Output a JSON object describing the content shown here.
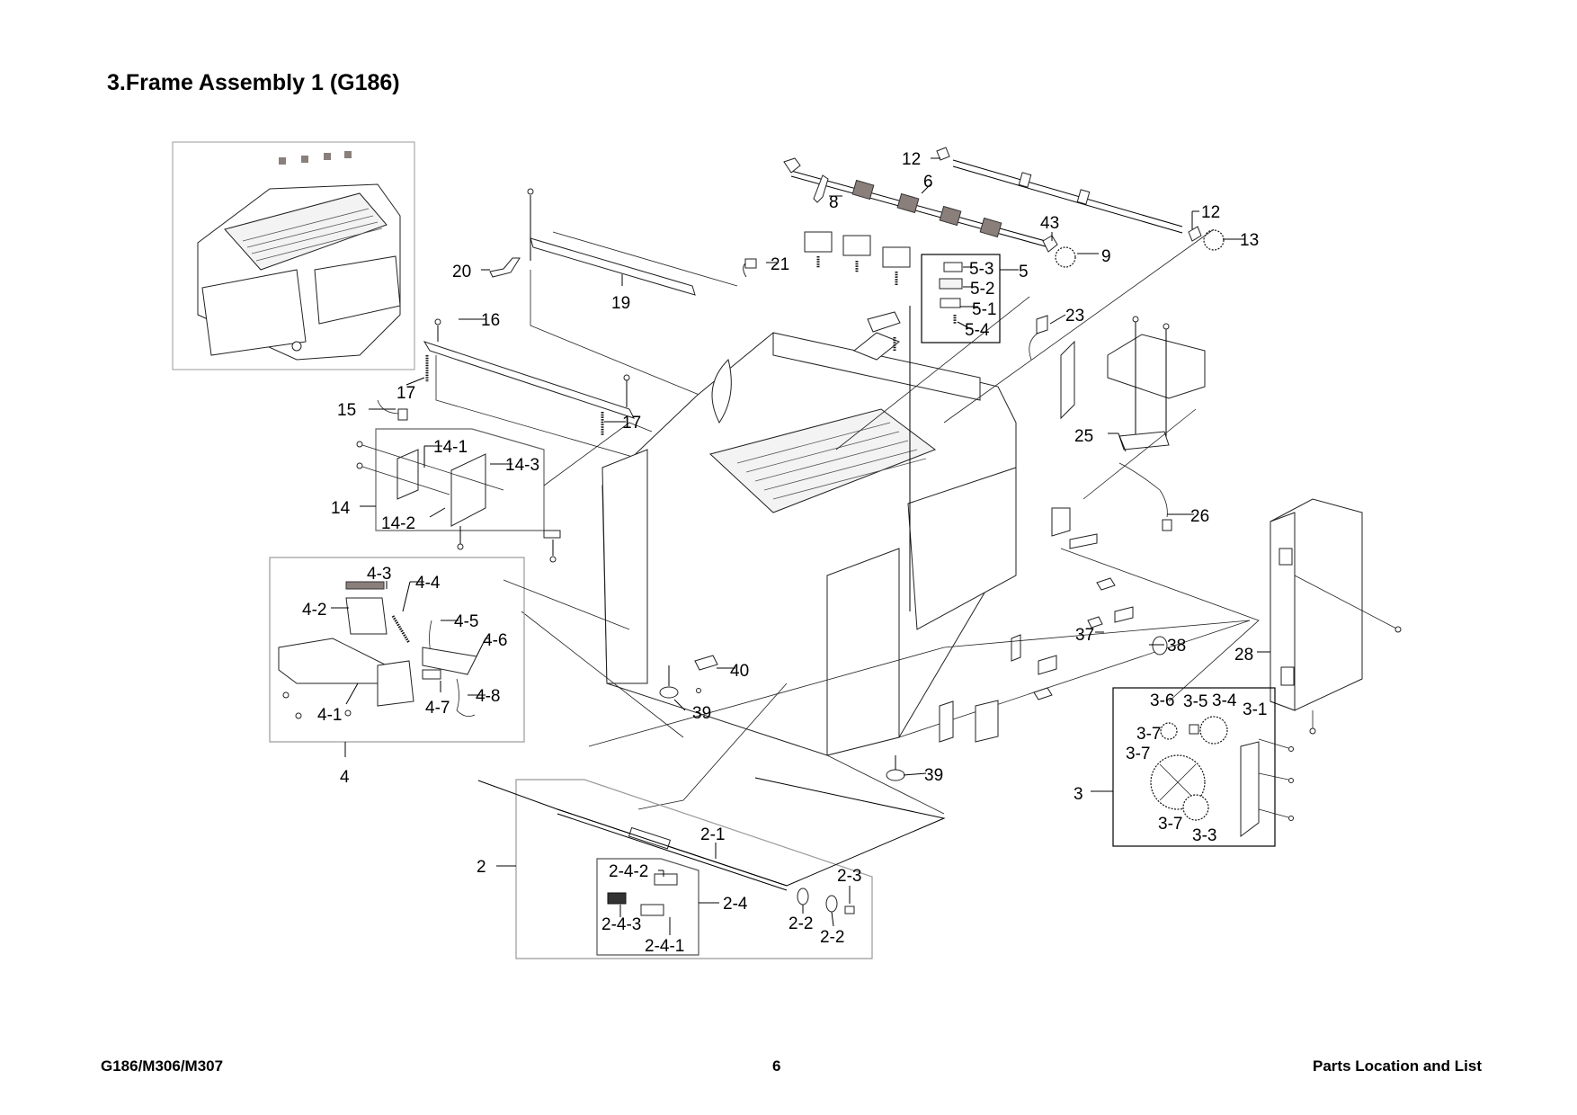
{
  "page": {
    "title": "3.Frame Assembly 1 (G186)",
    "footer": {
      "left": "G186/M306/M307",
      "page_number": "6",
      "right": "Parts Location and List"
    }
  },
  "diagram": {
    "callouts": [
      {
        "id": "c-12a",
        "text": "12"
      },
      {
        "id": "c-6",
        "text": "6"
      },
      {
        "id": "c-8",
        "text": "8"
      },
      {
        "id": "c-43",
        "text": "43"
      },
      {
        "id": "c-9",
        "text": "9"
      },
      {
        "id": "c-12b",
        "text": "12"
      },
      {
        "id": "c-13",
        "text": "13"
      },
      {
        "id": "c-21",
        "text": "21"
      },
      {
        "id": "c-5-3",
        "text": "5-3"
      },
      {
        "id": "c-5",
        "text": "5"
      },
      {
        "id": "c-5-2",
        "text": "5-2"
      },
      {
        "id": "c-5-1",
        "text": "5-1"
      },
      {
        "id": "c-5-4",
        "text": "5-4"
      },
      {
        "id": "c-20",
        "text": "20"
      },
      {
        "id": "c-19",
        "text": "19"
      },
      {
        "id": "c-16",
        "text": "16"
      },
      {
        "id": "c-23",
        "text": "23"
      },
      {
        "id": "c-17a",
        "text": "17"
      },
      {
        "id": "c-15",
        "text": "15"
      },
      {
        "id": "c-17b",
        "text": "17"
      },
      {
        "id": "c-14-1",
        "text": "14-1"
      },
      {
        "id": "c-14-3",
        "text": "14-3"
      },
      {
        "id": "c-14",
        "text": "14"
      },
      {
        "id": "c-14-2",
        "text": "14-2"
      },
      {
        "id": "c-25",
        "text": "25"
      },
      {
        "id": "c-26",
        "text": "26"
      },
      {
        "id": "c-4-3",
        "text": "4-3"
      },
      {
        "id": "c-4-4",
        "text": "4-4"
      },
      {
        "id": "c-4-2",
        "text": "4-2"
      },
      {
        "id": "c-4-5",
        "text": "4-5"
      },
      {
        "id": "c-4-6",
        "text": "4-6"
      },
      {
        "id": "c-4-8",
        "text": "4-8"
      },
      {
        "id": "c-4-7",
        "text": "4-7"
      },
      {
        "id": "c-4-1",
        "text": "4-1"
      },
      {
        "id": "c-4",
        "text": "4"
      },
      {
        "id": "c-40",
        "text": "40"
      },
      {
        "id": "c-39a",
        "text": "39"
      },
      {
        "id": "c-39b",
        "text": "39"
      },
      {
        "id": "c-37",
        "text": "37"
      },
      {
        "id": "c-38",
        "text": "38"
      },
      {
        "id": "c-28",
        "text": "28"
      },
      {
        "id": "c-3-6",
        "text": "3-6"
      },
      {
        "id": "c-3-5",
        "text": "3-5"
      },
      {
        "id": "c-3-4",
        "text": "3-4"
      },
      {
        "id": "c-3-1",
        "text": "3-1"
      },
      {
        "id": "c-3-7a",
        "text": "3-7"
      },
      {
        "id": "c-3-7b",
        "text": "3-7"
      },
      {
        "id": "c-3",
        "text": "3"
      },
      {
        "id": "c-3-7c",
        "text": "3-7"
      },
      {
        "id": "c-3-3",
        "text": "3-3"
      },
      {
        "id": "c-2-1",
        "text": "2-1"
      },
      {
        "id": "c-2",
        "text": "2"
      },
      {
        "id": "c-2-4-2",
        "text": "2-4-2"
      },
      {
        "id": "c-2-3",
        "text": "2-3"
      },
      {
        "id": "c-2-4",
        "text": "2-4"
      },
      {
        "id": "c-2-4-3",
        "text": "2-4-3"
      },
      {
        "id": "c-2-2a",
        "text": "2-2"
      },
      {
        "id": "c-2-2b",
        "text": "2-2"
      },
      {
        "id": "c-2-4-1",
        "text": "2-4-1"
      }
    ]
  }
}
